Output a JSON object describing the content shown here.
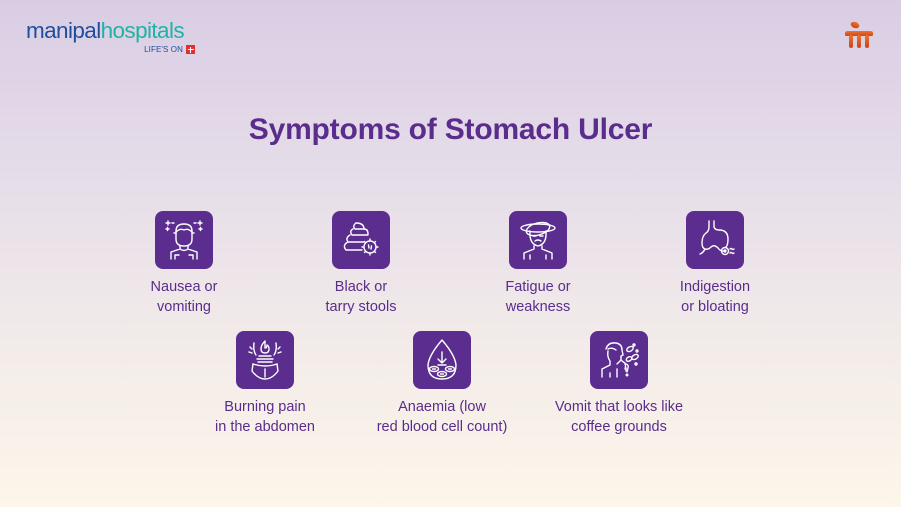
{
  "header": {
    "logo": {
      "part1": "manipal",
      "part2": "hospitals",
      "tagline": "LIFE'S ON",
      "tagline_icon": "red-plus-icon",
      "colors": {
        "part1": "#1f4e9e",
        "part2": "#1fb3a6",
        "plus": "#e2302a"
      }
    },
    "brand_mark_icon": "orange-pillar-logo-icon"
  },
  "title": "Symptoms of Stomach Ulcer",
  "colors": {
    "accent": "#5b2d8e",
    "text": "#5a2d8c",
    "bg_top": "#d9cde4",
    "bg_bottom": "#fdf6ea"
  },
  "symptoms": [
    {
      "icon": "nausea-person-icon",
      "line1": "Nausea or",
      "line2": "vomiting"
    },
    {
      "icon": "stool-icon",
      "line1": "Black or",
      "line2": "tarry stools"
    },
    {
      "icon": "dizzy-fatigue-icon",
      "line1": "Fatigue or",
      "line2": "weakness"
    },
    {
      "icon": "stomach-icon",
      "line1": "Indigestion",
      "line2": "or bloating"
    },
    {
      "icon": "burning-abdomen-icon",
      "line1": "Burning pain",
      "line2": "in the abdomen"
    },
    {
      "icon": "blood-drop-icon",
      "line1": "Anaemia (low",
      "line2": "red blood cell count)"
    },
    {
      "icon": "vomit-coffee-icon",
      "line1": "Vomit that looks like",
      "line2": "coffee grounds"
    }
  ]
}
